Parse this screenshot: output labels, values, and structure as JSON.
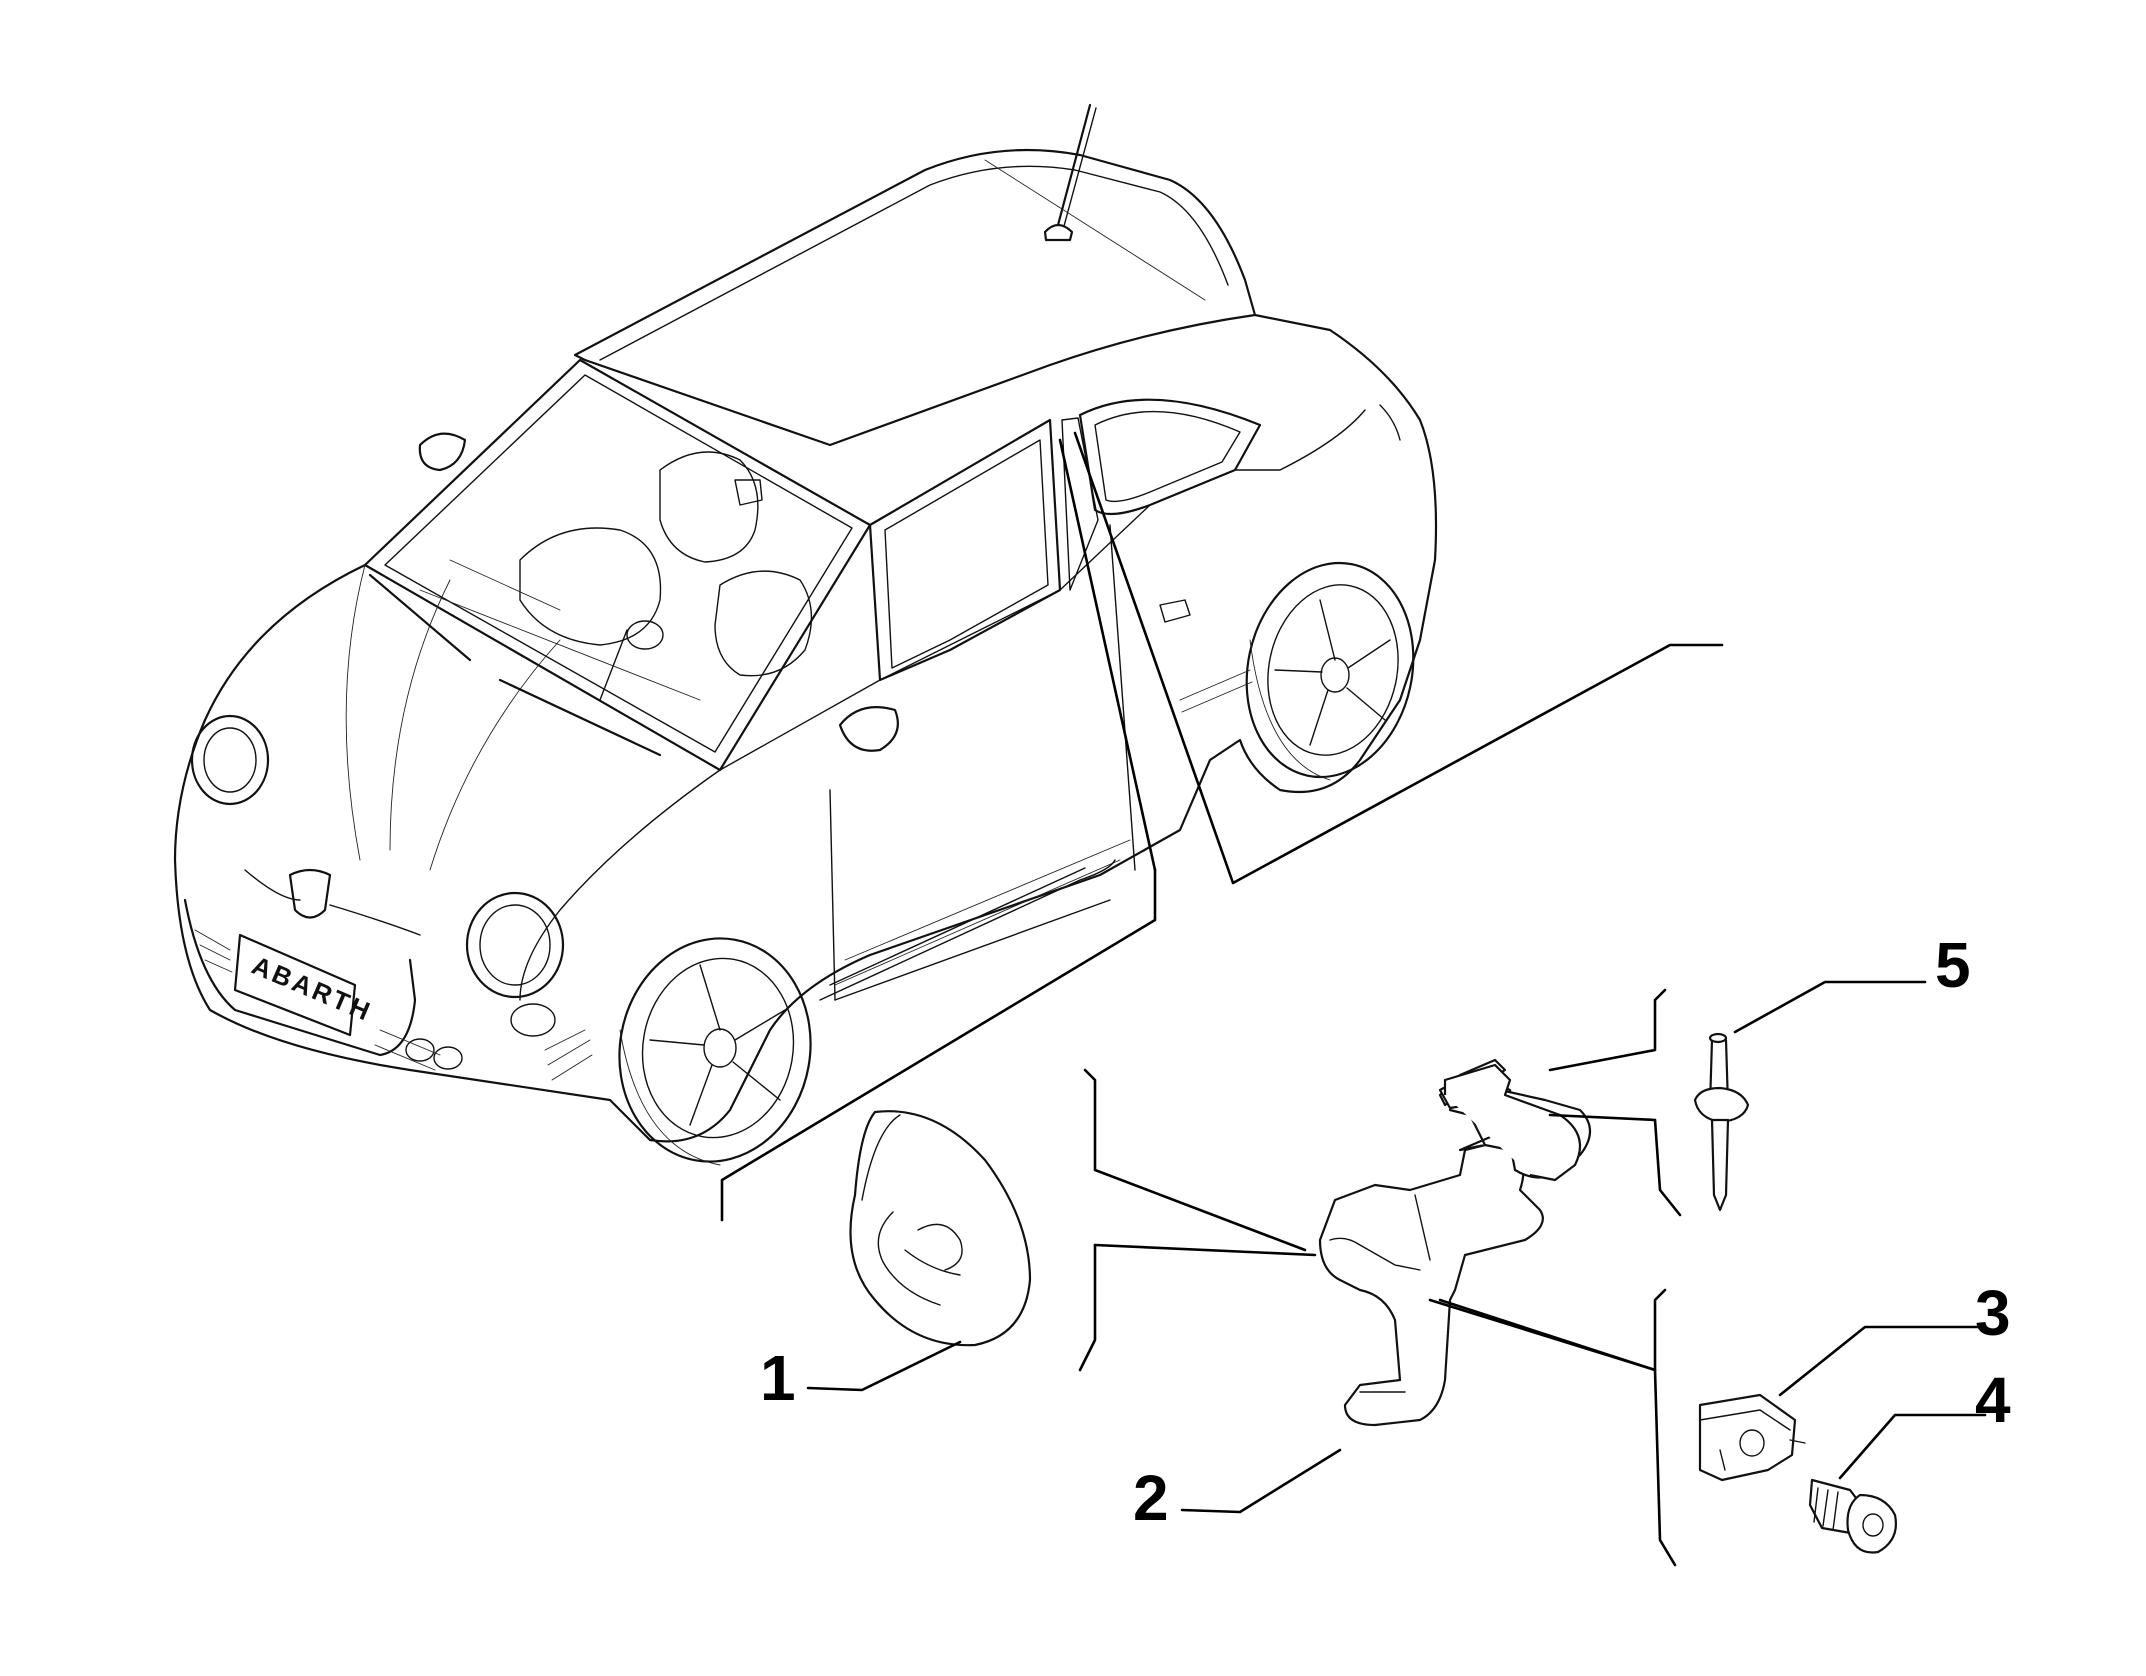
{
  "diagram": {
    "vehicle_badge": "ABARTH",
    "callouts": [
      {
        "id": "1",
        "label": "1"
      },
      {
        "id": "2",
        "label": "2"
      },
      {
        "id": "3",
        "label": "3"
      },
      {
        "id": "4",
        "label": "4"
      },
      {
        "id": "5",
        "label": "5"
      }
    ]
  }
}
